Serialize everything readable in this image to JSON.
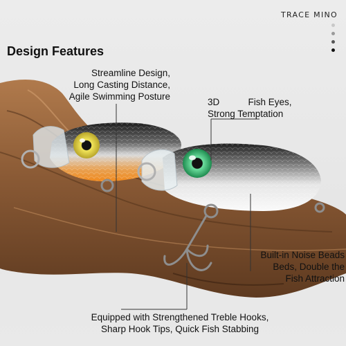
{
  "brand": "TRACE MINO",
  "title": "Design Features",
  "labels": {
    "streamline": [
      "Streamline Design,",
      "Long Casting Distance,",
      "Agile Swimming Posture"
    ],
    "eyes": [
      "3D           Fish Eyes,",
      "Strong Temptation"
    ],
    "beads": [
      "Built-in Noise Beads",
      "Beds, Double the",
      "Fish Attraction"
    ],
    "hooks": [
      "Equipped with Strengthened Treble Hooks,",
      "Sharp Hook Tips, Quick Fish Stabbing"
    ]
  },
  "colors": {
    "background": "#e9e9e9",
    "driftwood": "#8a5a35",
    "lure_back": "#2a2a2a",
    "lure_belly_orange": "#f08a1e",
    "eye_yellow": "#e2d23a",
    "eye_green": "#2fb36b",
    "dot_colors": [
      "#c8c8c8",
      "#9a9a9a",
      "#555555",
      "#111111"
    ]
  },
  "icons": [
    "streamline-lure",
    "3d-fish-eye",
    "treble-hook",
    "split-ring"
  ]
}
